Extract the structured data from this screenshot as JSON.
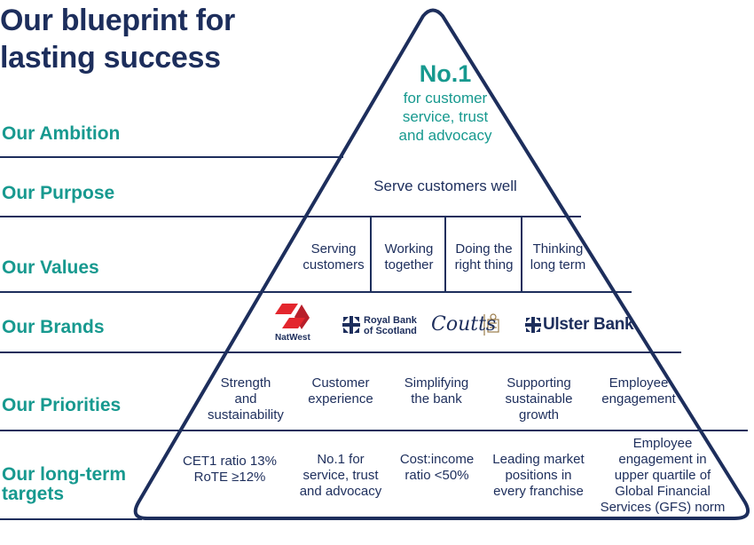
{
  "title": {
    "line1": "Our blueprint for",
    "line2": "lasting success"
  },
  "row_labels": {
    "ambition": "Our Ambition",
    "purpose": "Our Purpose",
    "values": "Our  Values",
    "brands": "Our Brands",
    "priorities": "Our Priorities",
    "targets_line1": "Our long-term",
    "targets_line2": "targets"
  },
  "ambition": {
    "big": "No.1",
    "sub": "for customer\nservice, trust\nand advocacy"
  },
  "purpose": "Serve customers well",
  "values": [
    "Serving\ncustomers",
    "Working\ntogether",
    "Doing the\nright thing",
    "Thinking\nlong term"
  ],
  "brands": {
    "natwest": "NatWest",
    "rbs_line1": "Royal Bank",
    "rbs_line2": "of Scotland",
    "coutts": "Coutts",
    "ulster": "Ulster Bank"
  },
  "priorities": [
    "Strength\nand\nsustainability",
    "Customer\nexperience",
    "Simplifying\nthe bank",
    "Supporting\nsustainable\ngrowth",
    "Employee\nengagement"
  ],
  "targets": [
    "CET1 ratio 13%\nRoTE ≥12%",
    "No.1 for\nservice, trust\nand advocacy",
    "Cost:income\nratio <50%",
    "Leading market\npositions in\nevery franchise",
    "Employee\nengagement in\nupper quartile of\nGlobal Financial\nServices (GFS) norm"
  ],
  "colors": {
    "navy": "#1d2e5c",
    "teal": "#17998f",
    "natwest_red": "#e3262d",
    "background": "#ffffff"
  }
}
